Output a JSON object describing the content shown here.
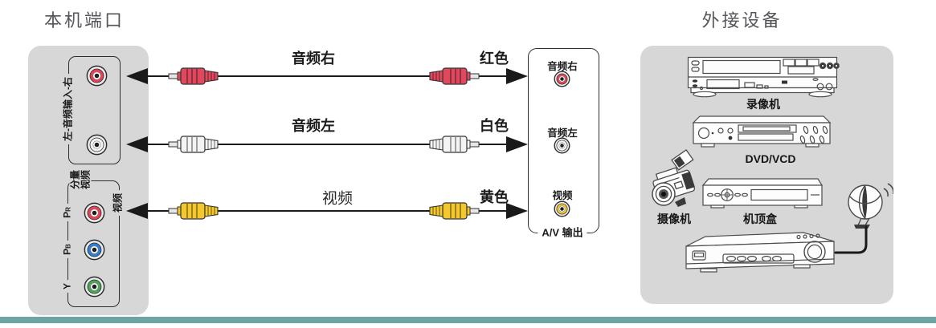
{
  "page": {
    "left_title": "本机端口",
    "right_title": "外接设备"
  },
  "tv_panel": {
    "audio_input_group": {
      "label": "左-音频输入-右",
      "ports": [
        {
          "name": "audio-right-jack",
          "color_hex": "#e34257"
        },
        {
          "name": "audio-left-jack",
          "color_hex": "#f3f3f3"
        }
      ]
    },
    "component_group": {
      "label": "分量视频",
      "video_label": "视频",
      "ports": [
        {
          "label_main": "P",
          "label_sub": "R",
          "color_hex": "#e34257"
        },
        {
          "label_main": "P",
          "label_sub": "B",
          "color_hex": "#2d7fd3"
        },
        {
          "label_main": "Y",
          "label_sub": "",
          "color_hex": "#4aa757"
        }
      ]
    }
  },
  "cables": [
    {
      "name_label": "音频右",
      "color_label": "红色",
      "color_hex": "#e0485e"
    },
    {
      "name_label": "音频左",
      "color_label": "白色",
      "color_hex": "#f4f4f4"
    },
    {
      "name_label": "视频",
      "color_label": "黄色",
      "color_hex": "#f3c72e"
    }
  ],
  "av_out_box": {
    "title": "A/V 输出",
    "ports": [
      {
        "label": "音频右",
        "color_hex": "#e34257"
      },
      {
        "label": "音频左",
        "color_hex": "#f3f3f3"
      },
      {
        "label": "视频",
        "color_hex": "#f3c72e"
      }
    ]
  },
  "devices": {
    "vcr_label": "录像机",
    "dvd_label": "DVD/VCD",
    "camcorder_label": "摄像机",
    "settop_label": "机顶盒"
  },
  "colors": {
    "panel_gray": "#d7d7d7",
    "footer_teal": "#6fa4a6",
    "line_black": "#1a1a1a"
  }
}
